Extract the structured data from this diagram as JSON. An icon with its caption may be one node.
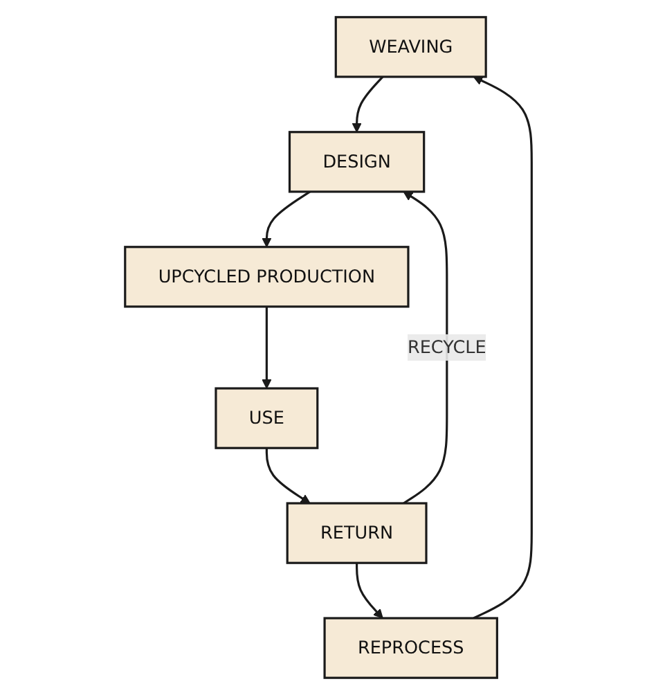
{
  "diagram": {
    "nodes": [
      {
        "text": [
          "WEAVING"
        ]
      },
      {
        "text": [
          "DESIGN"
        ]
      },
      {
        "text": [
          "UPCYCLED PRODUCTION"
        ]
      },
      {
        "text": [
          "USE"
        ]
      },
      {
        "text": [
          "RETURN"
        ]
      },
      {
        "text": [
          "REPROCESS"
        ]
      }
    ],
    "edges": [
      {
        "from": 0,
        "to": 1,
        "arrow": "to"
      },
      {
        "from": 1,
        "to": 2,
        "arrow": "to"
      },
      {
        "from": 2,
        "to": 3,
        "arrow": "to"
      },
      {
        "from": 3,
        "to": 4,
        "arrow": "to"
      },
      {
        "from": 4,
        "to": 5,
        "arrow": "to"
      },
      {
        "from": 5,
        "to": 0,
        "arrow": "to"
      },
      {
        "from": 4,
        "to": 1,
        "arrow": "to",
        "label": "RECYCLE"
      }
    ]
  }
}
